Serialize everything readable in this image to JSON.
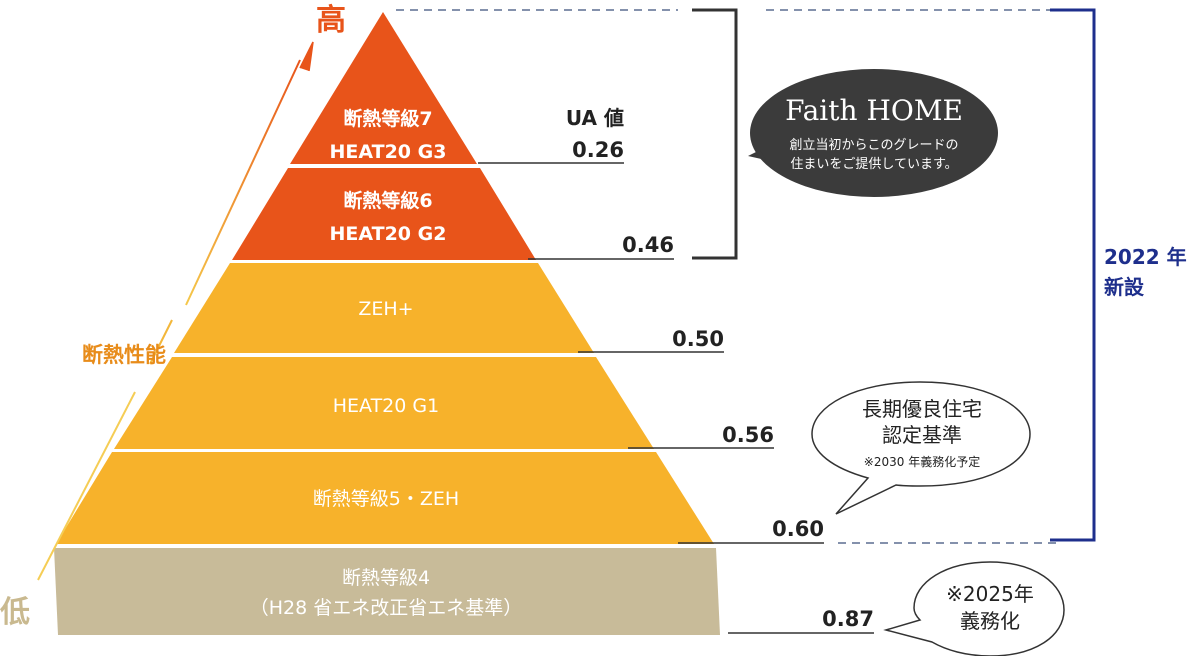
{
  "colors": {
    "top_tier": "#e8541a",
    "mid_tier": "#f7b22b",
    "base_tier": "#c8bb99",
    "bracket_dark": "#333333",
    "bracket_blue": "#1e2f8c",
    "high_text": "#e8541a",
    "axis_label": "#e88c1a",
    "low_text": "#c9b98f"
  },
  "axis": {
    "high": "高",
    "performance": "断熱性能",
    "low": "低"
  },
  "ua_header": "UA 値",
  "tiers": [
    {
      "lines": [
        "断熱等級7",
        "HEAT20 G3"
      ],
      "ua": "0.26",
      "bold": true,
      "color": "top_tier"
    },
    {
      "lines": [
        "断熱等級6",
        "HEAT20 G2"
      ],
      "ua": "0.46",
      "bold": true,
      "color": "top_tier"
    },
    {
      "lines": [
        "ZEH+"
      ],
      "ua": "0.50",
      "bold": false,
      "color": "mid_tier"
    },
    {
      "lines": [
        "HEAT20 G1"
      ],
      "ua": "0.56",
      "bold": false,
      "color": "mid_tier"
    },
    {
      "lines": [
        "断熱等級5・ZEH"
      ],
      "ua": "0.60",
      "bold": false,
      "color": "mid_tier"
    },
    {
      "lines": [
        "断熱等級4",
        "（H28 省エネ改正省エネ基準）"
      ],
      "ua": "0.87",
      "bold": false,
      "color": "base_tier"
    }
  ],
  "faith_bubble": {
    "title": "Faith HOME",
    "lines": [
      "創立当初からこのグレードの",
      "住まいをご提供しています。"
    ]
  },
  "longterm_bubble": {
    "lines": [
      "長期優良住宅",
      "認定基準"
    ],
    "note": "※2030 年義務化予定"
  },
  "mandate_bubble": {
    "lines": [
      "※2025年",
      "義務化"
    ]
  },
  "new_standard": {
    "lines": [
      "2022 年",
      "新設"
    ]
  }
}
